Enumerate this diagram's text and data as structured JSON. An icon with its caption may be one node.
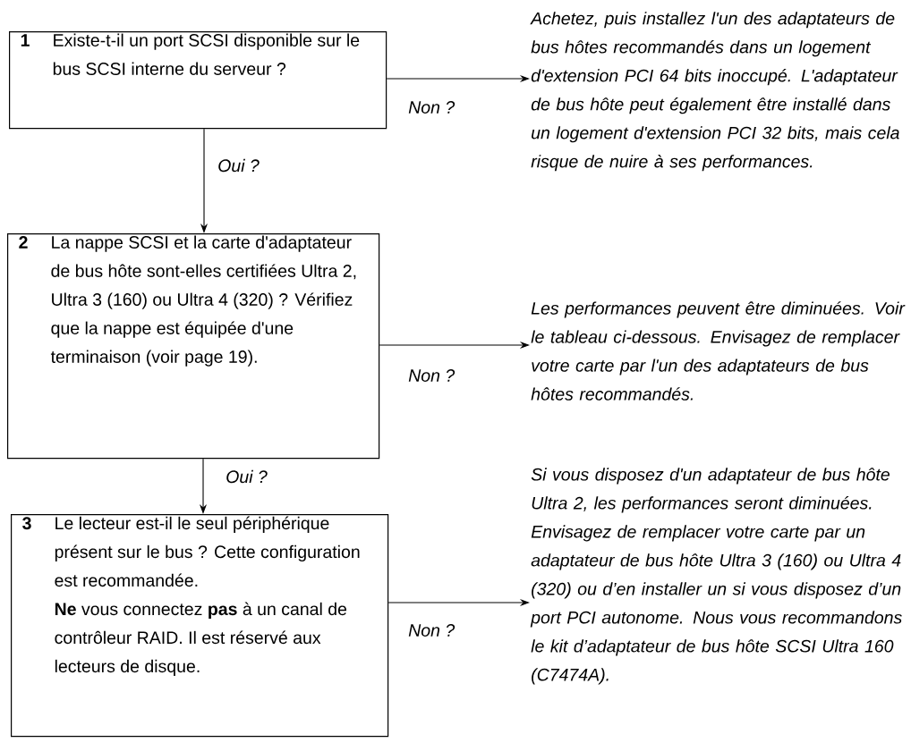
{
  "diagram": {
    "nodes": [
      {
        "text": [
          "1",
          "Existe-t-il un port SCSI disponible sur le bus SCSI interne du serveur ?"
        ]
      },
      {
        "text": [
          "Achetez, puis installez l'un des adaptateurs de bus hôtes recommandés dans un logement d'extension PCI 64 bits inoccupé. L'adaptateur de bus hôte peut également être installé dans un logement d'extension PCI 32 bits, mais cela risque de nuire à ses performances."
        ]
      },
      {
        "text": [
          "2",
          "La nappe SCSI et la carte d'adaptateur de bus hôte sont-elles certifiées Ultra 2, Ultra 3 (160) ou Ultra 4 (320) ? Vérifiez que la nappe est équipée d'une terminaison (voir page 19)."
        ]
      },
      {
        "text": [
          "Les performances peuvent être diminuées. Voir le tableau ci-dessous. Envisagez de remplacer votre carte par l'un des adaptateurs de bus hôtes recommandés."
        ]
      },
      {
        "text": [
          "3",
          "Le lecteur est-il le seul périphérique présent sur le bus ? Cette configuration est recommandée.",
          "**Ne** vous connectez **pas** à un canal de contrôleur RAID. Il est réservé aux lecteurs de disque."
        ]
      },
      {
        "text": [
          "Si vous disposez d'un adaptateur de bus hôte Ultra 2, les performances seront diminuées. Envisagez de remplacer votre carte par un adaptateur de bus hôte Ultra 3 (160) ou Ultra 4 (320) ou d’en installer un si vous disposez d’un port PCI autonome. Nous vous recommandons le kit d’adaptateur de bus hôte SCSI Ultra 160 (C7474A)."
        ]
      }
    ],
    "edges": [
      {
        "from": 0,
        "to": 1,
        "arrow": "to",
        "label": "Non ?"
      },
      {
        "from": 0,
        "to": 2,
        "arrow": "to",
        "label": "Oui ?"
      },
      {
        "from": 2,
        "to": 3,
        "arrow": "to",
        "label": "Non ?"
      },
      {
        "from": 2,
        "to": 4,
        "arrow": "to",
        "label": "Oui ?"
      },
      {
        "from": 4,
        "to": 5,
        "arrow": "to",
        "label": "Non ?"
      }
    ]
  }
}
